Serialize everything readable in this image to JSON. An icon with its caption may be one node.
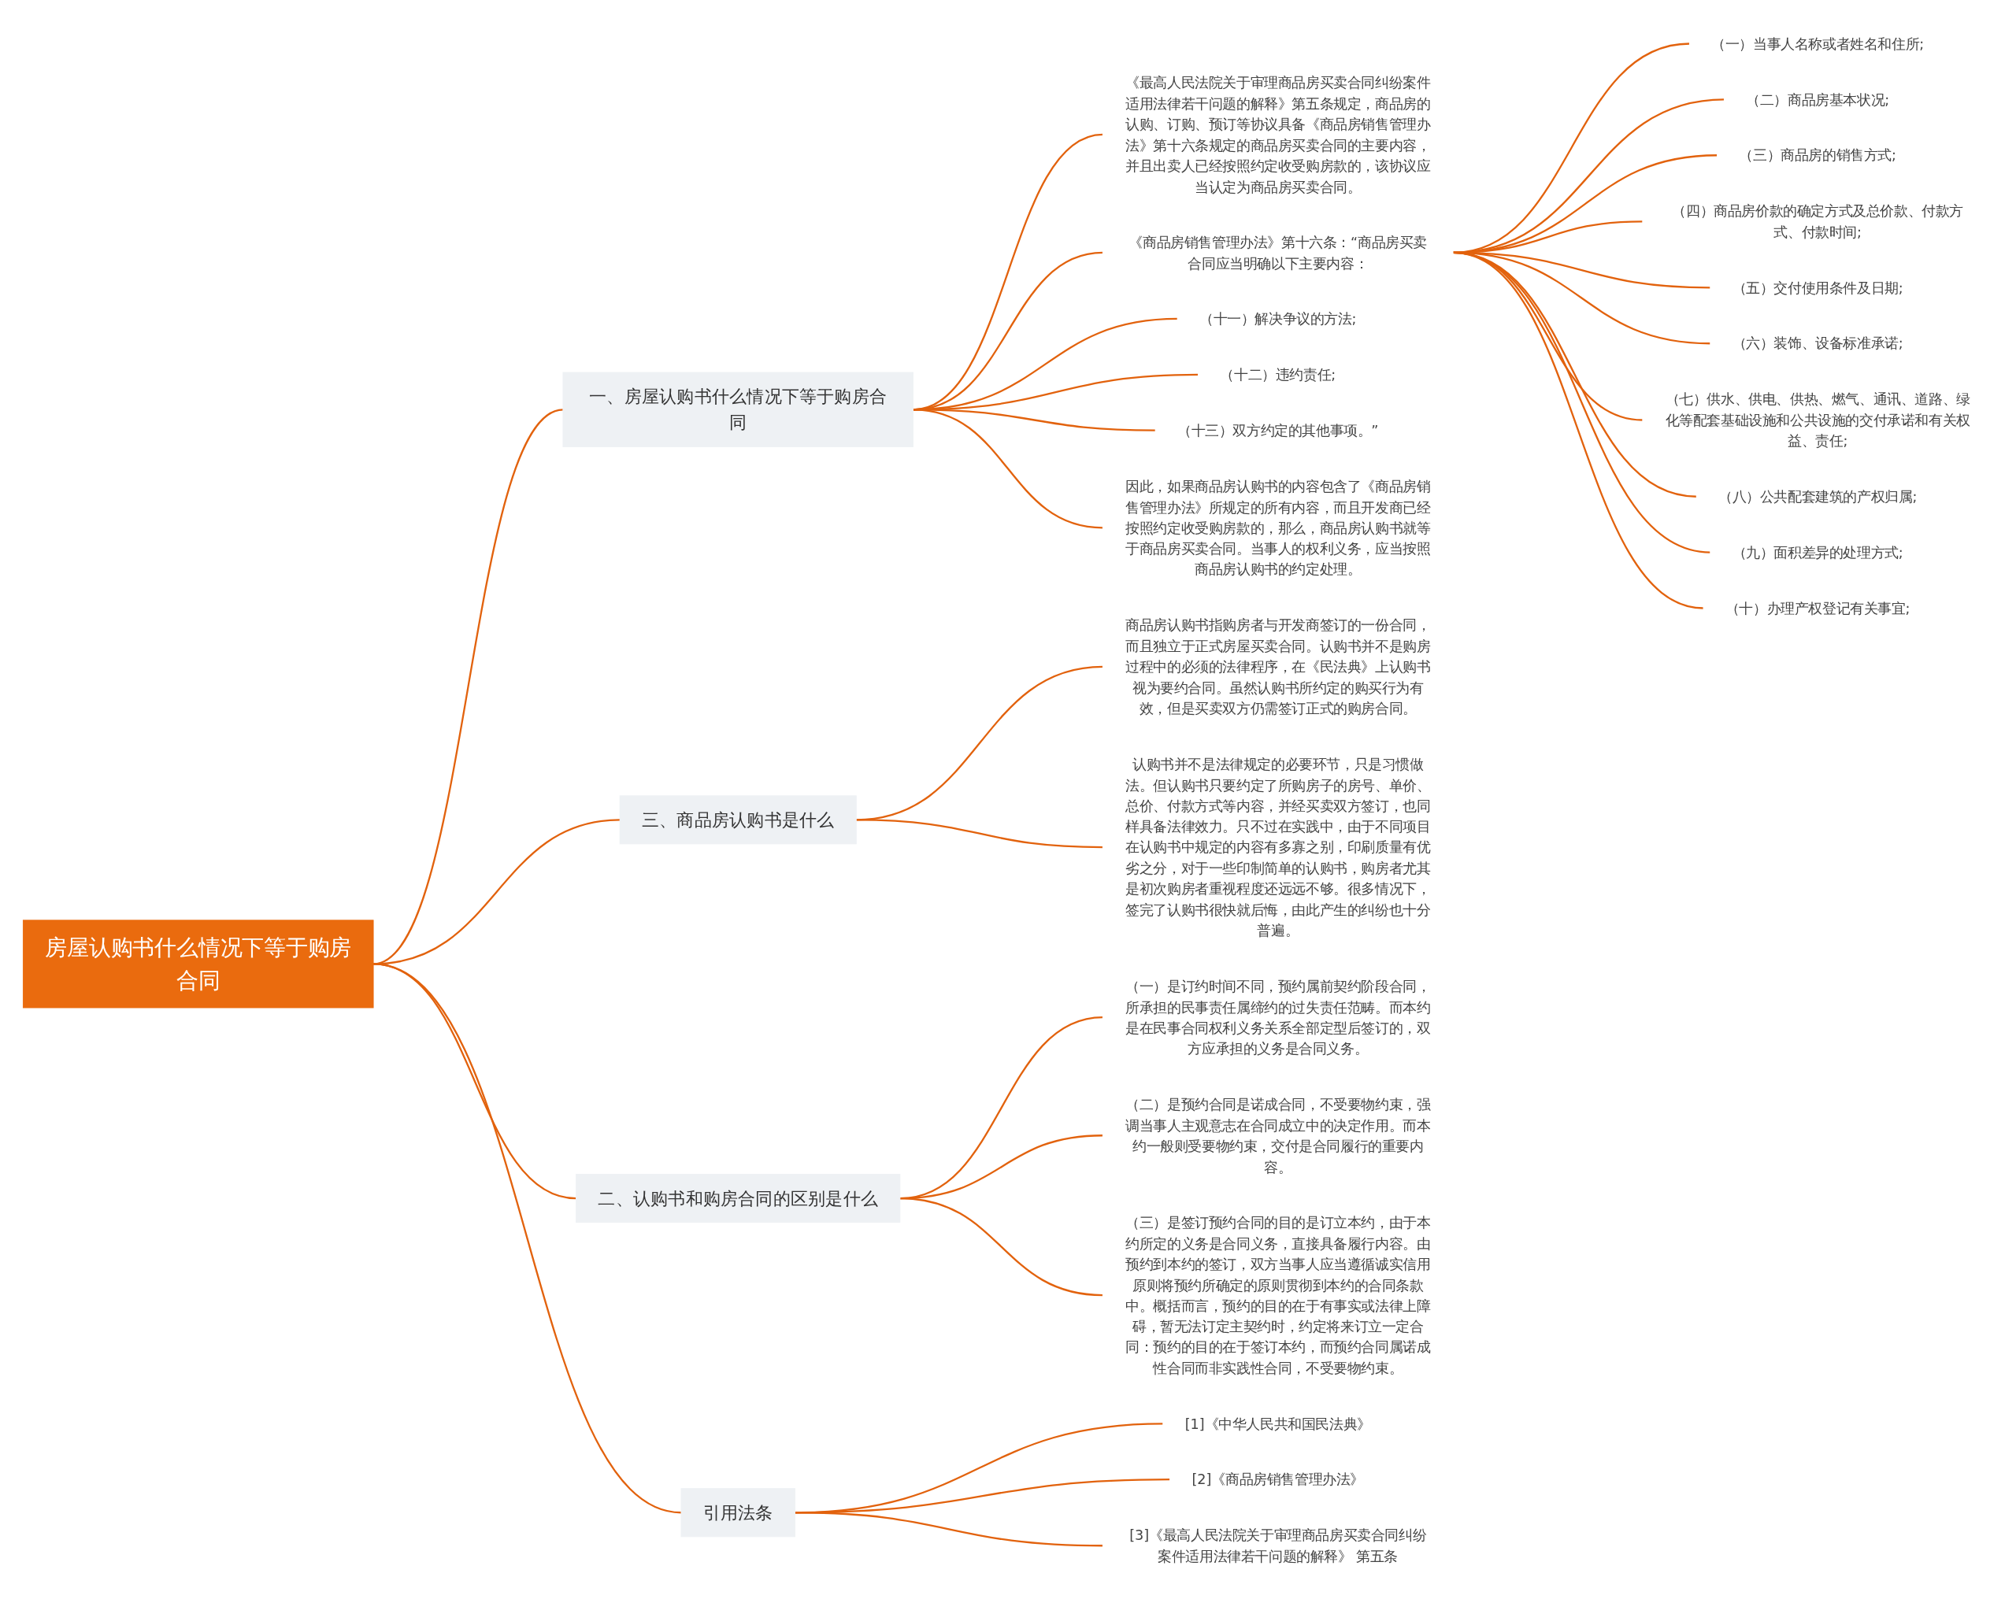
{
  "diagram": {
    "nodes": [
      {
        "text": [
          "房屋认购书什么情况下等于购房合同"
        ]
      },
      {
        "text": [
          "一、房屋认购书什么情况下等于购房合同"
        ]
      },
      {
        "text": [
          "《最高人民法院关于审理商品房买卖合同纠纷案件适用法律若干问题的解释》第五条规定，商品房的认购、订购、预订等协议具备《商品房销售管理办法》第十六条规定的商品房买卖合同的主要内容，并且出卖人已经按照约定收受购房款的，该协议应当认定为商品房买卖合同。"
        ]
      },
      {
        "text": [
          "《商品房销售管理办法》第十六条：“商品房买卖合同应当明确以下主要内容："
        ]
      },
      {
        "text": [
          "（一）当事人名称或者姓名和住所;"
        ]
      },
      {
        "text": [
          "（二）商品房基本状况;"
        ]
      },
      {
        "text": [
          "（三）商品房的销售方式;"
        ]
      },
      {
        "text": [
          "（四）商品房价款的确定方式及总价款、付款方式、付款时间;"
        ]
      },
      {
        "text": [
          "（五）交付使用条件及日期;"
        ]
      },
      {
        "text": [
          "（六）装饰、设备标准承诺;"
        ]
      },
      {
        "text": [
          "（七）供水、供电、供热、燃气、通讯、道路、绿化等配套基础设施和公共设施的交付承诺和有关权益、责任;"
        ]
      },
      {
        "text": [
          "（八）公共配套建筑的产权归属;"
        ]
      },
      {
        "text": [
          "（九）面积差异的处理方式;"
        ]
      },
      {
        "text": [
          "（十）办理产权登记有关事宜;"
        ]
      },
      {
        "text": [
          "（十一）解决争议的方法;"
        ]
      },
      {
        "text": [
          "（十二）违约责任;"
        ]
      },
      {
        "text": [
          "（十三）双方约定的其他事项。”"
        ]
      },
      {
        "text": [
          "因此，如果商品房认购书的内容包含了《商品房销售管理办法》所规定的所有内容，而且开发商已经按照约定收受购房款的，那么，商品房认购书就等于商品房买卖合同。当事人的权利义务，应当按照商品房认购书的约定处理。"
        ]
      },
      {
        "text": [
          "三、商品房认购书是什么"
        ]
      },
      {
        "text": [
          "商品房认购书指购房者与开发商签订的一份合同，而且独立于正式房屋买卖合同。认购书并不是购房过程中的必须的法律程序，在《民法典》上认购书视为要约合同。虽然认购书所约定的购买行为有效，但是买卖双方仍需签订正式的购房合同。"
        ]
      },
      {
        "text": [
          "认购书并不是法律规定的必要环节，只是习惯做法。但认购书只要约定了所购房子的房号、单价、总价、付款方式等内容，并经买卖双方签订，也同样具备法律效力。只不过在实践中，由于不同项目在认购书中规定的内容有多寡之别，印刷质量有优劣之分，对于一些印制简单的认购书，购房者尤其是初次购房者重视程度还远远不够。很多情况下，签完了认购书很快就后悔，由此产生的纠纷也十分普遍。"
        ]
      },
      {
        "text": [
          "二、认购书和购房合同的区别是什么"
        ]
      },
      {
        "text": [
          "（一）是订约时间不同，预约属前契约阶段合同，所承担的民事责任属缔约的过失责任范畴。而本约是在民事合同权利义务关系全部定型后签订的，双方应承担的义务是合同义务。"
        ]
      },
      {
        "text": [
          "（二）是预约合同是诺成合同，不受要物约束，强调当事人主观意志在合同成立中的决定作用。而本约一般则受要物约束，交付是合同履行的重要内容。"
        ]
      },
      {
        "text": [
          "（三）是签订预约合同的目的是订立本约，由于本约所定的义务是合同义务，直接具备履行内容。由预约到本约的签订，双方当事人应当遵循诚实信用原则将预约所确定的原则贯彻到本约的合同条款中。概括而言，预约的目的在于有事实或法律上障碍，暂无法订定主契约时，约定将来订立一定合同：预约的目的在于签订本约，而预约合同属诺成性合同而非实践性合同，不受要物约束。"
        ]
      },
      {
        "text": [
          "引用法条"
        ]
      },
      {
        "text": [
          "[1]《中华人民共和国民法典》"
        ]
      },
      {
        "text": [
          "[2]《商品房销售管理办法》"
        ]
      },
      {
        "text": [
          "[3]《最高人民法院关于审理商品房买卖合同纠纷案件适用法律若干问题的解释》 第五条"
        ]
      }
    ],
    "edges": [
      {
        "from": 0,
        "to": 1,
        "arrow": "none"
      },
      {
        "from": 1,
        "to": 2,
        "arrow": "none"
      },
      {
        "from": 1,
        "to": 3,
        "arrow": "none"
      },
      {
        "from": 3,
        "to": 4,
        "arrow": "none"
      },
      {
        "from": 3,
        "to": 5,
        "arrow": "none"
      },
      {
        "from": 3,
        "to": 6,
        "arrow": "none"
      },
      {
        "from": 3,
        "to": 7,
        "arrow": "none"
      },
      {
        "from": 3,
        "to": 8,
        "arrow": "none"
      },
      {
        "from": 3,
        "to": 9,
        "arrow": "none"
      },
      {
        "from": 3,
        "to": 10,
        "arrow": "none"
      },
      {
        "from": 3,
        "to": 11,
        "arrow": "none"
      },
      {
        "from": 3,
        "to": 12,
        "arrow": "none"
      },
      {
        "from": 3,
        "to": 13,
        "arrow": "none"
      },
      {
        "from": 1,
        "to": 14,
        "arrow": "none"
      },
      {
        "from": 1,
        "to": 15,
        "arrow": "none"
      },
      {
        "from": 1,
        "to": 16,
        "arrow": "none"
      },
      {
        "from": 1,
        "to": 17,
        "arrow": "none"
      },
      {
        "from": 0,
        "to": 18,
        "arrow": "none"
      },
      {
        "from": 18,
        "to": 19,
        "arrow": "none"
      },
      {
        "from": 18,
        "to": 20,
        "arrow": "none"
      },
      {
        "from": 0,
        "to": 21,
        "arrow": "none"
      },
      {
        "from": 21,
        "to": 22,
        "arrow": "none"
      },
      {
        "from": 21,
        "to": 23,
        "arrow": "none"
      },
      {
        "from": 21,
        "to": 24,
        "arrow": "none"
      },
      {
        "from": 0,
        "to": 25,
        "arrow": "none"
      },
      {
        "from": 25,
        "to": 26,
        "arrow": "none"
      },
      {
        "from": 25,
        "to": 27,
        "arrow": "none"
      },
      {
        "from": 25,
        "to": 28,
        "arrow": "none"
      }
    ]
  }
}
